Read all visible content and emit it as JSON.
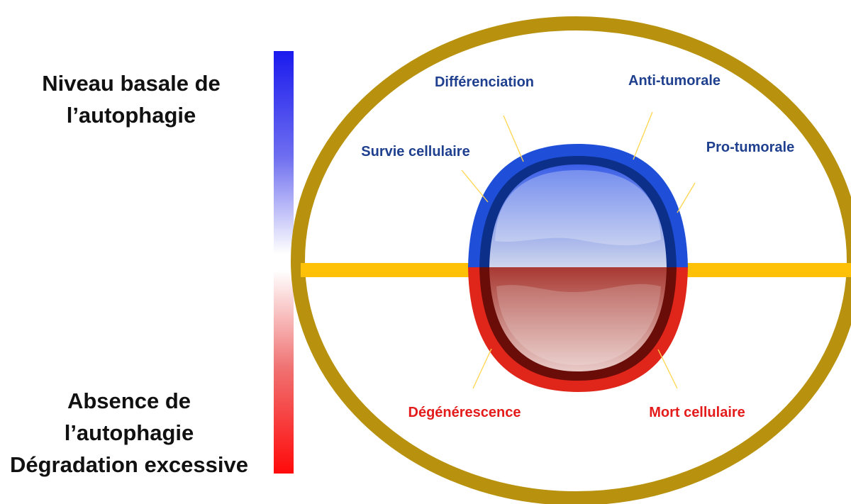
{
  "scale": {
    "top_label_lines": [
      "Niveau basale de",
      "l’autophagie"
    ],
    "bottom_label_lines": [
      "Absence de  l’autophagie",
      "Dégradation excessive"
    ],
    "gradient_colors": {
      "top": "#1a1aee",
      "middle": "#ffffff",
      "bottom": "#ff0a0a"
    }
  },
  "outcomes": {
    "positive": [
      {
        "text": "Différenciation"
      },
      {
        "text": "Anti-tumorale"
      },
      {
        "text": "Survie cellulaire"
      },
      {
        "text": "Pro-tumorale"
      }
    ],
    "negative": [
      {
        "text": "Dégénérescence"
      },
      {
        "text": "Mort cellulaire"
      }
    ]
  },
  "colors": {
    "ring": "#b8920e",
    "axis_line": "#ffc107",
    "positive_text": "#1f3f8f",
    "negative_text": "#e41b1b",
    "upper_dome": "#1f4fd8",
    "lower_dome": "#d82a1a"
  }
}
